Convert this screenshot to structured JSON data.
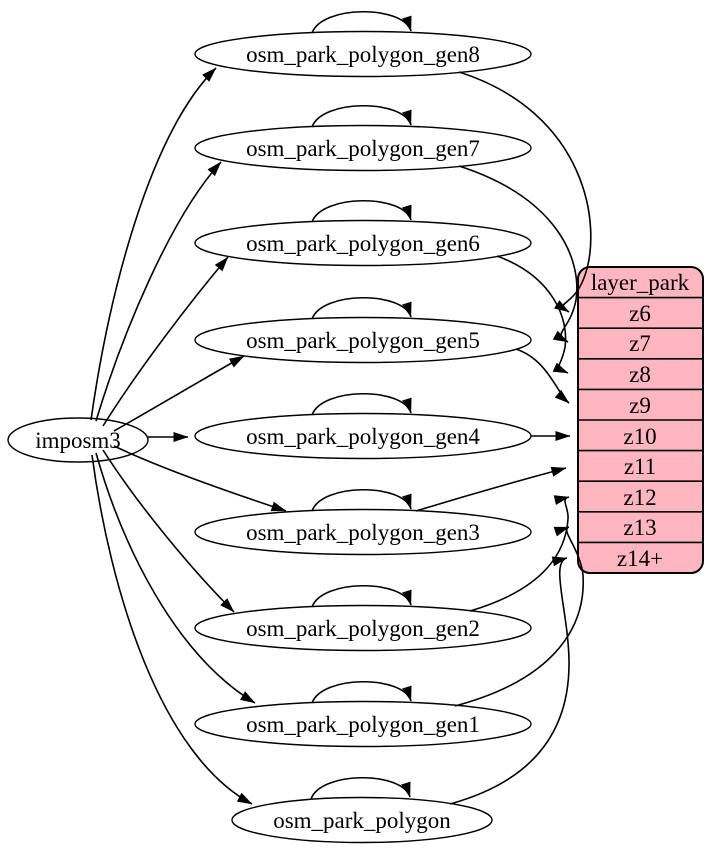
{
  "diagram": {
    "type": "graphviz-digraph",
    "source": {
      "label": "imposm3"
    },
    "tables": [
      {
        "label": "osm_park_polygon_gen8",
        "target_row": "z6"
      },
      {
        "label": "osm_park_polygon_gen7",
        "target_row": "z7"
      },
      {
        "label": "osm_park_polygon_gen6",
        "target_row": "z8"
      },
      {
        "label": "osm_park_polygon_gen5",
        "target_row": "z9"
      },
      {
        "label": "osm_park_polygon_gen4",
        "target_row": "z10"
      },
      {
        "label": "osm_park_polygon_gen3",
        "target_row": "z11"
      },
      {
        "label": "osm_park_polygon_gen2",
        "target_row": "z12"
      },
      {
        "label": "osm_park_polygon_gen1",
        "target_row": "z13"
      },
      {
        "label": "osm_park_polygon",
        "target_row": "z14+"
      }
    ],
    "layer": {
      "title": "layer_park",
      "rows": [
        "z6",
        "z7",
        "z8",
        "z9",
        "z10",
        "z11",
        "z12",
        "z13",
        "z14+"
      ]
    },
    "colors": {
      "layer_fill": "#ffb6c1",
      "node_fill": "#ffffff",
      "edge": "#000000"
    }
  }
}
